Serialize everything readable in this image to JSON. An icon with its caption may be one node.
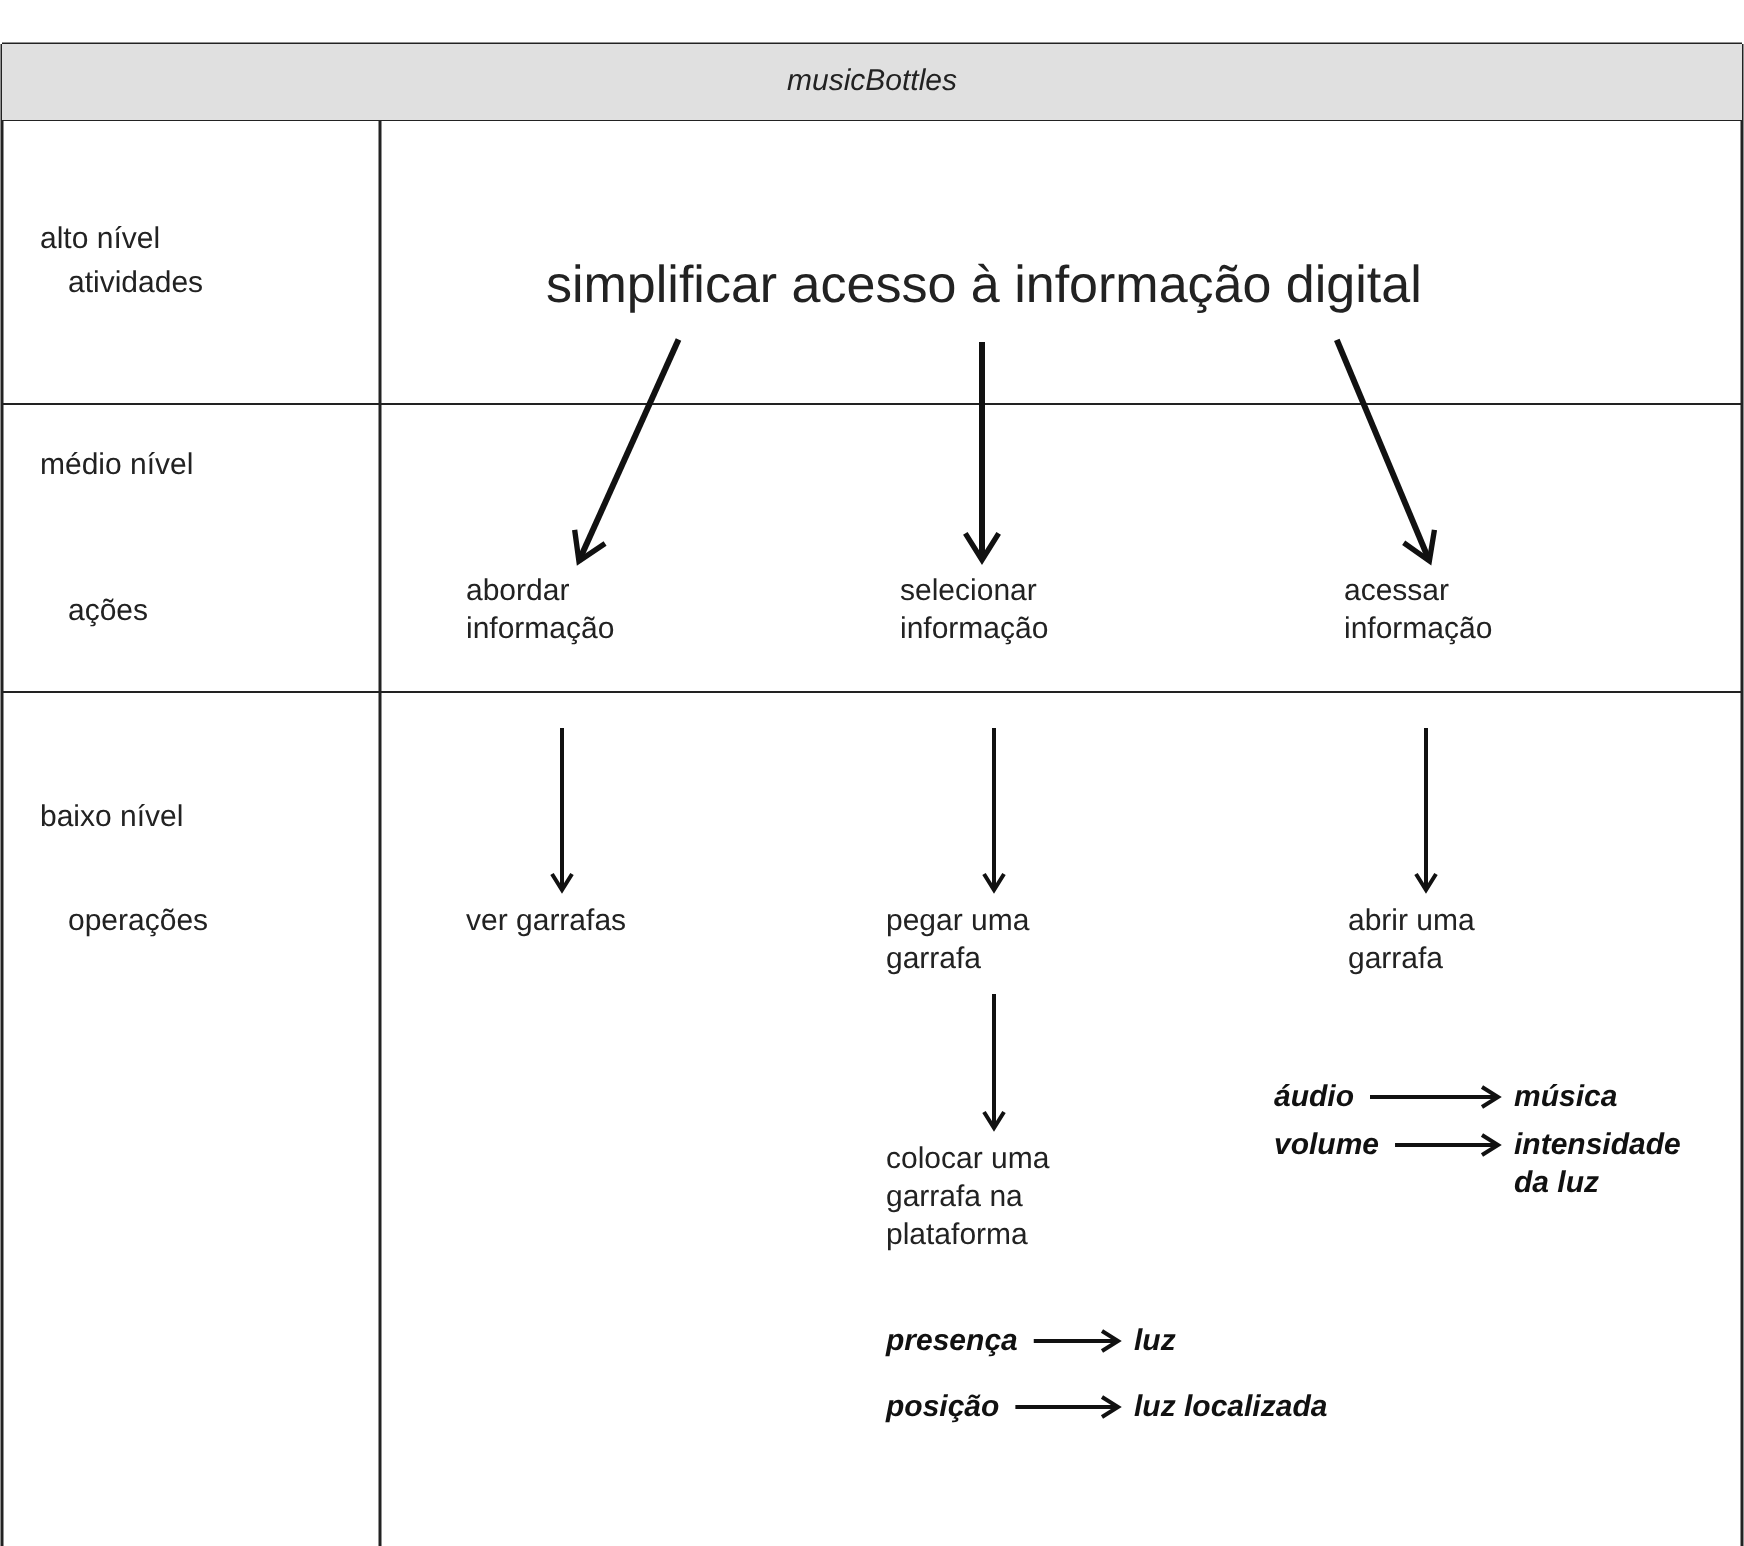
{
  "diagram": {
    "title": "musicBottles",
    "nodes": [
      {
        "text": [
          "simplificar acesso à informação digital"
        ]
      },
      {
        "text": [
          "abordar informação"
        ]
      },
      {
        "text": [
          "selecionar informação"
        ]
      },
      {
        "text": [
          "acessar informação"
        ]
      },
      {
        "text": [
          "ver garrafas"
        ]
      },
      {
        "text": [
          "pegar uma garrafa"
        ]
      },
      {
        "text": [
          "abrir uma garrafa"
        ]
      },
      {
        "text": [
          "áudio"
        ]
      },
      {
        "text": [
          "música"
        ]
      },
      {
        "text": [
          "volume"
        ]
      },
      {
        "text": [
          "intensidade da luz"
        ]
      },
      {
        "text": [
          "colocar uma garrafa na plataforma"
        ]
      },
      {
        "text": [
          "presença"
        ]
      },
      {
        "text": [
          "luz"
        ]
      },
      {
        "text": [
          "posição"
        ]
      },
      {
        "text": [
          "luz localizada"
        ]
      }
    ],
    "edges": [
      {
        "from": 0,
        "to": 1,
        "arrow": "to"
      },
      {
        "from": 0,
        "to": 2,
        "arrow": "to"
      },
      {
        "from": 0,
        "to": 3,
        "arrow": "to"
      },
      {
        "from": 1,
        "to": 4,
        "arrow": "to"
      },
      {
        "from": 2,
        "to": 5,
        "arrow": "to"
      },
      {
        "from": 3,
        "to": 6,
        "arrow": "to"
      },
      {
        "from": 5,
        "to": 11,
        "arrow": "to"
      },
      {
        "from": 7,
        "to": 8,
        "arrow": "to"
      },
      {
        "from": 9,
        "to": 10,
        "arrow": "to"
      },
      {
        "from": 12,
        "to": 13,
        "arrow": "to"
      },
      {
        "from": 14,
        "to": 15,
        "arrow": "to"
      }
    ],
    "labels": [
      "alto nível",
      "atividades",
      "médio nível",
      "ações",
      "baixo nível",
      "operações"
    ]
  }
}
